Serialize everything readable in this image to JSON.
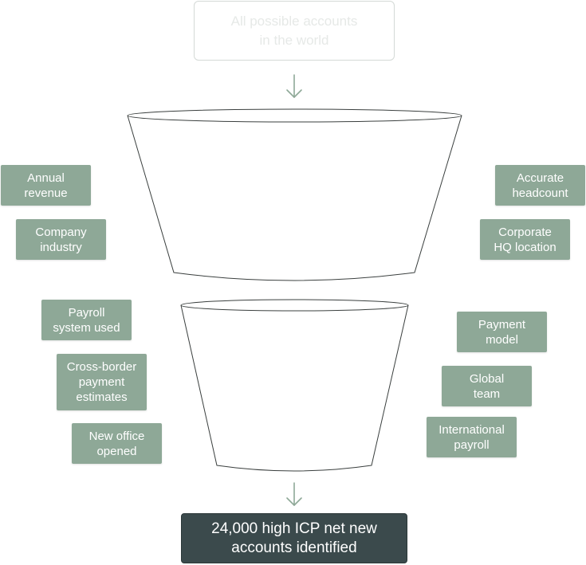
{
  "source": {
    "label": "All possible accounts\nin the world"
  },
  "result": {
    "label": "24,000 high ICP net new\naccounts identified"
  },
  "funnel_top": {
    "left_tags": [
      "Annual\nrevenue",
      "Company\nindustry"
    ],
    "right_tags": [
      "Accurate\nheadcount",
      "Corporate\nHQ location"
    ]
  },
  "funnel_bottom": {
    "left_tags": [
      "Payroll\nsystem used",
      "Cross-border\npayment\nestimates",
      "New office\nopened"
    ],
    "right_tags": [
      "Payment\nmodel",
      "Global\nteam",
      "International\npayroll"
    ]
  },
  "colors": {
    "tag_bg": "#8ea897",
    "result_bg": "#3b4a4c",
    "arrow": "#8ea897",
    "funnel_stroke": "#3a3f3e"
  }
}
